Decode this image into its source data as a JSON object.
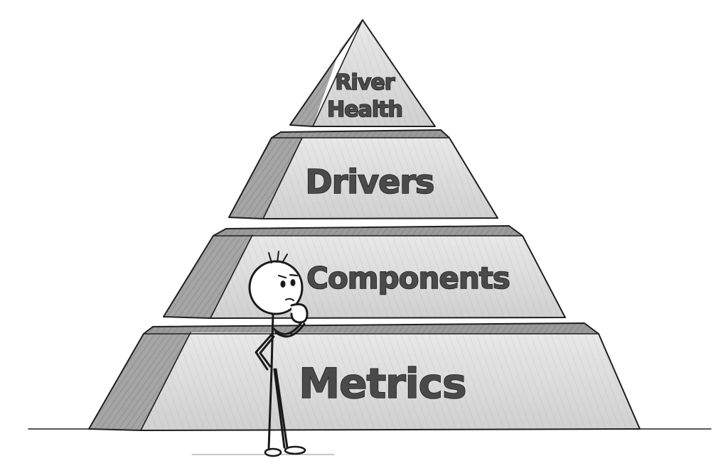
{
  "pyramid": {
    "tiers": [
      {
        "lines": [
          "River",
          "Health"
        ]
      },
      {
        "lines": [
          "Drivers"
        ]
      },
      {
        "lines": [
          "Components"
        ]
      },
      {
        "lines": [
          "Metrics"
        ]
      }
    ]
  },
  "figure": {
    "icon": "thinking-stick-figure-icon"
  },
  "colors": {
    "face_light": "#e3e3e3",
    "face_mid": "#d2d2d2",
    "side_dark": "#9c9c9c",
    "top_edge": "#8a8a8a",
    "ink": "#1f1f1f",
    "label_fill": "#4a4a4a"
  }
}
